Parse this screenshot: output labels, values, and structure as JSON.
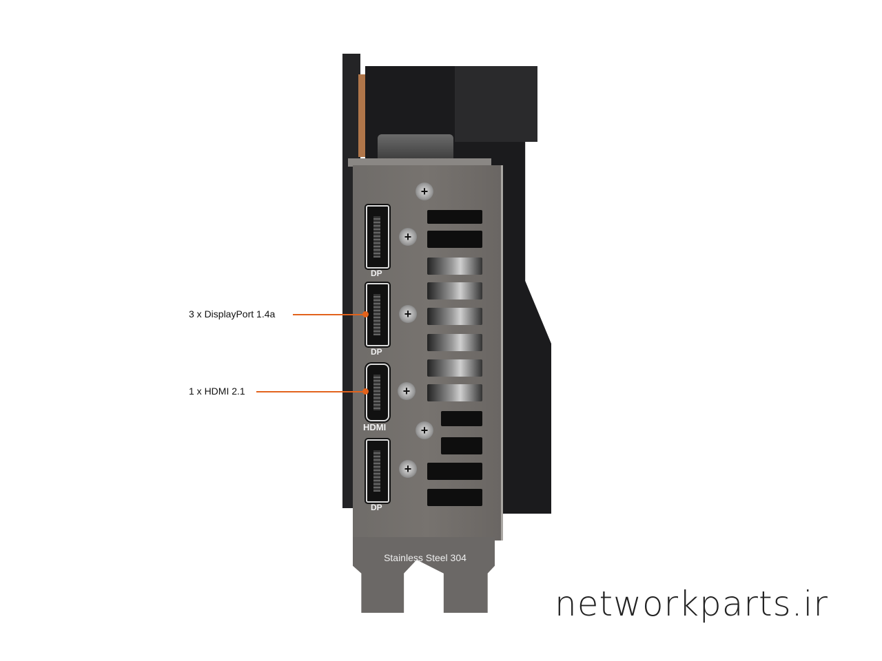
{
  "annotations": [
    {
      "label": "3 x DisplayPort 1.4a"
    },
    {
      "label": "1 x HDMI 2.1"
    }
  ],
  "bracket": {
    "material_label": "Stainless Steel 304",
    "port_logos": [
      "DP",
      "DP",
      "HDMI",
      "DP"
    ]
  },
  "watermark": "networkparts.ir",
  "colors": {
    "accent": "#e2621b",
    "bracket": "#6f6c69",
    "shroud": "#1b1b1d"
  }
}
